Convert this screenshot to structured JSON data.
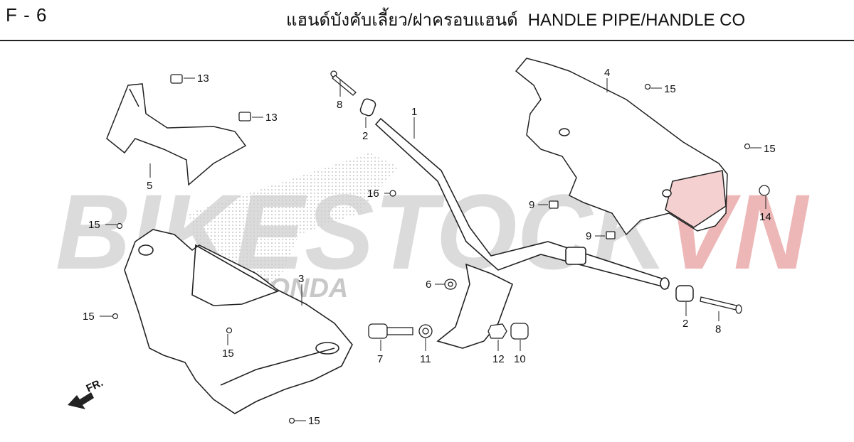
{
  "header": {
    "page_code": "F - 6",
    "title_th": "แฮนด์บังคับเลี้ยว/ฝาครอบแฮนด์",
    "title_en": "HANDLE PIPE/HANDLE CO"
  },
  "watermark": {
    "text_gray": "BIKESTOCK",
    "text_red": "VN",
    "logo_text": "HONDA"
  },
  "direction": {
    "label": "FR."
  },
  "callouts": {
    "c13a": "13",
    "c13b": "13",
    "c5": "5",
    "c8a": "8",
    "c2a": "2",
    "c1": "1",
    "c4": "4",
    "c15a": "15",
    "c15b": "15",
    "c16": "16",
    "c9a": "9",
    "c9b": "9",
    "c14": "14",
    "c15c": "15",
    "c3": "3",
    "c15d": "15",
    "c15e": "15",
    "c6": "6",
    "c7": "7",
    "c11": "11",
    "c12": "12",
    "c10": "10",
    "c2b": "2",
    "c8b": "8",
    "c15f": "15"
  },
  "colors": {
    "watermark_gray": "#cfcfcf",
    "watermark_red": "#e9a0a0",
    "accent_red": "#d22"
  }
}
